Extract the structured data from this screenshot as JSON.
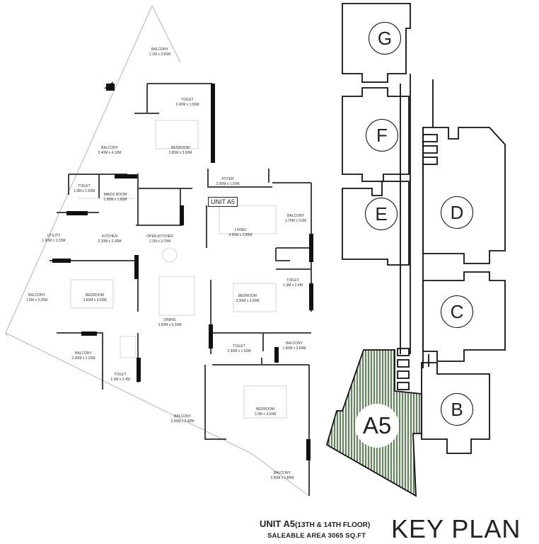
{
  "floor_plan": {
    "unit_tag": "UNIT A5",
    "rooms": [
      {
        "name": "BALCONY",
        "size": "2.1M x 3.65M"
      },
      {
        "name": "TOILET",
        "size": "2.45M x 1.56M"
      },
      {
        "name": "BALCONY",
        "size": "2.40M x 4.10M"
      },
      {
        "name": "BEDROOM",
        "size": "3.65M x 3.60M"
      },
      {
        "name": "FOYER",
        "size": "2.05M x 1.20M"
      },
      {
        "name": "TOILET",
        "size": "1.3M x 1.50M"
      },
      {
        "name": "MAIDS ROOM",
        "size": "1.95M x 1.80M"
      },
      {
        "name": "BALCONY",
        "size": "1.75M x 3.0M"
      },
      {
        "name": "UTILITY",
        "size": "1.60M x 2.25M"
      },
      {
        "name": "KITCHEN",
        "size": "2.10M x 2.30M"
      },
      {
        "name": "OPEN KITCHEN",
        "size": "2.1M x 3.75M"
      },
      {
        "name": "LIVING",
        "size": "4.60M x 3.85M"
      },
      {
        "name": "TOILET",
        "size": "1.3M x 2.4M"
      },
      {
        "name": "BALCONY",
        "size": "1.5M x 3.25M"
      },
      {
        "name": "BEDROOM",
        "size": "3.60M x 3.60M"
      },
      {
        "name": "BEDROOM",
        "size": "3.30M x 3.60M"
      },
      {
        "name": "DINING",
        "size": "3.65M x 6.30M"
      },
      {
        "name": "TOILET",
        "size": "2.30M x 1.50M"
      },
      {
        "name": "BALCONY",
        "size": "1.60M x 3.60M"
      },
      {
        "name": "BALCONY",
        "size": "2.35M x 2.25M"
      },
      {
        "name": "TOILET",
        "size": "1.3M x 2.4M"
      },
      {
        "name": "BEDROOM",
        "size": "3.3M x 3.60M"
      },
      {
        "name": "BALCONY",
        "size": "3.55M x 2.40M"
      },
      {
        "name": "BALCONY",
        "size": "2.55M x 1.80M"
      }
    ]
  },
  "key_plan": {
    "title": "KEY PLAN",
    "units": [
      "G",
      "F",
      "E",
      "D",
      "C",
      "B"
    ],
    "highlight": "A5",
    "highlight_fill": "#5f7a5b"
  },
  "caption": {
    "unit": "UNIT A5",
    "floors": "(13TH & 14TH FLOOR)",
    "area": "SALEABLE AREA 3065 SQ.FT"
  }
}
